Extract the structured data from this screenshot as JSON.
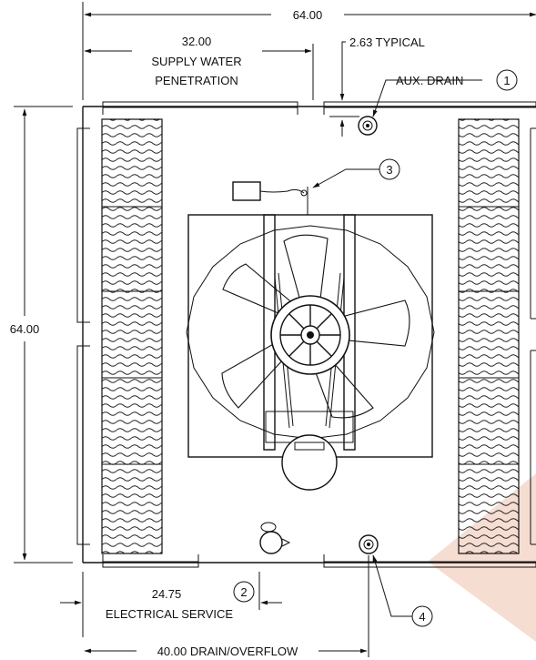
{
  "dimensions": {
    "overall_width": "64.00",
    "overall_height": "64.00",
    "supply_water_value": "32.00",
    "supply_water_line1": "SUPPLY WATER",
    "supply_water_line2": "PENETRATION",
    "typical_spacing": "2.63 TYPICAL",
    "electrical_value": "24.75",
    "electrical_label": "ELECTRICAL SERVICE",
    "drain_overflow": "40.00 DRAIN/OVERFLOW"
  },
  "callouts": {
    "aux_drain_label": "AUX. DRAIN",
    "c1": "1",
    "c2": "2",
    "c3": "3",
    "c4": "4"
  },
  "colors": {
    "line": "#111111",
    "watermark": "#f6ddd2"
  }
}
